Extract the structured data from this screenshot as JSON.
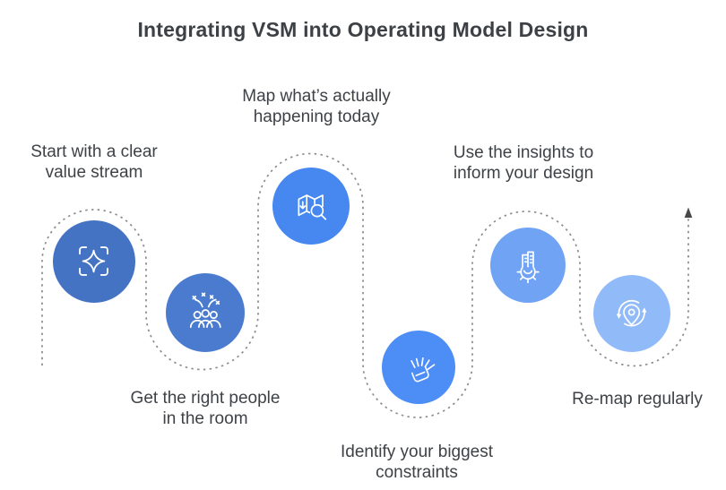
{
  "title": "Integrating VSM into Operating Model Design",
  "colors": {
    "path": "#8b8b8b",
    "arrow": "#474747",
    "text": "#3e4246",
    "title_text": "#3d4145"
  },
  "steps": [
    {
      "order": 1,
      "lines": [
        "Start with a clear",
        "value stream"
      ],
      "icon": "focus-sparkle-icon",
      "circle_color": "#4573c4"
    },
    {
      "order": 2,
      "lines": [
        "Get the right people",
        "in the room"
      ],
      "icon": "people-celebration-icon",
      "circle_color": "#4a7bce"
    },
    {
      "order": 3,
      "lines": [
        "Map what’s actually",
        "happening today"
      ],
      "icon": "map-search-icon",
      "circle_color": "#4787f0"
    },
    {
      "order": 4,
      "lines": [
        "Identify your biggest",
        "constraints"
      ],
      "icon": "constraint-rays-icon",
      "circle_color": "#4d8df6"
    },
    {
      "order": 5,
      "lines": [
        "Use the insights to",
        "inform your design"
      ],
      "icon": "gear-building-icon",
      "circle_color": "#71a3f5"
    },
    {
      "order": 6,
      "lines": [
        "Re-map regularly"
      ],
      "icon": "pin-refresh-icon",
      "circle_color": "#91bbf8"
    }
  ]
}
